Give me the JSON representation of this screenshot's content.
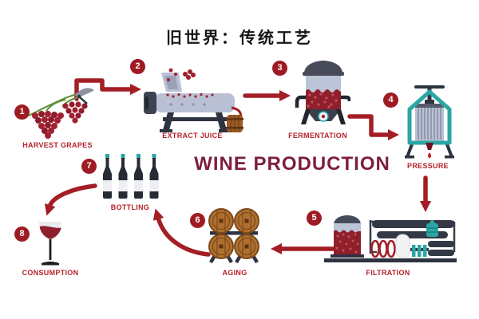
{
  "title": "旧世界：传统工艺",
  "heading": "WINE PRODUCTION",
  "steps": [
    {
      "number": "1",
      "label": "HARVEST GRAPES",
      "icon": "grapes-icon"
    },
    {
      "number": "2",
      "label": "EXTRACT JUICE",
      "icon": "crusher-machine-icon"
    },
    {
      "number": "3",
      "label": "FERMENTATION",
      "icon": "fermentation-tank-icon"
    },
    {
      "number": "4",
      "label": "PRESSURE",
      "icon": "wine-press-icon"
    },
    {
      "number": "5",
      "label": "FILTRATION",
      "icon": "filtration-system-icon"
    },
    {
      "number": "6",
      "label": "AGING",
      "icon": "oak-barrels-icon"
    },
    {
      "number": "7",
      "label": "BOTTLING",
      "icon": "wine-bottles-icon"
    },
    {
      "number": "8",
      "label": "CONSUMPTION",
      "icon": "wine-glass-icon"
    }
  ],
  "colors": {
    "step_circle": "#9e1b23",
    "arrow": "#a41e25",
    "step_label": "#b5212b",
    "heading_text": "#7d1f3c",
    "title_text": "#151515",
    "wine_red": "#8e1f2b",
    "teal_accent": "#2aa7a4",
    "barrel_brown": "#b06f2e",
    "machine_light": "#bcc4d8",
    "machine_dark": "#3a3e4c",
    "background": "#ffffff"
  }
}
